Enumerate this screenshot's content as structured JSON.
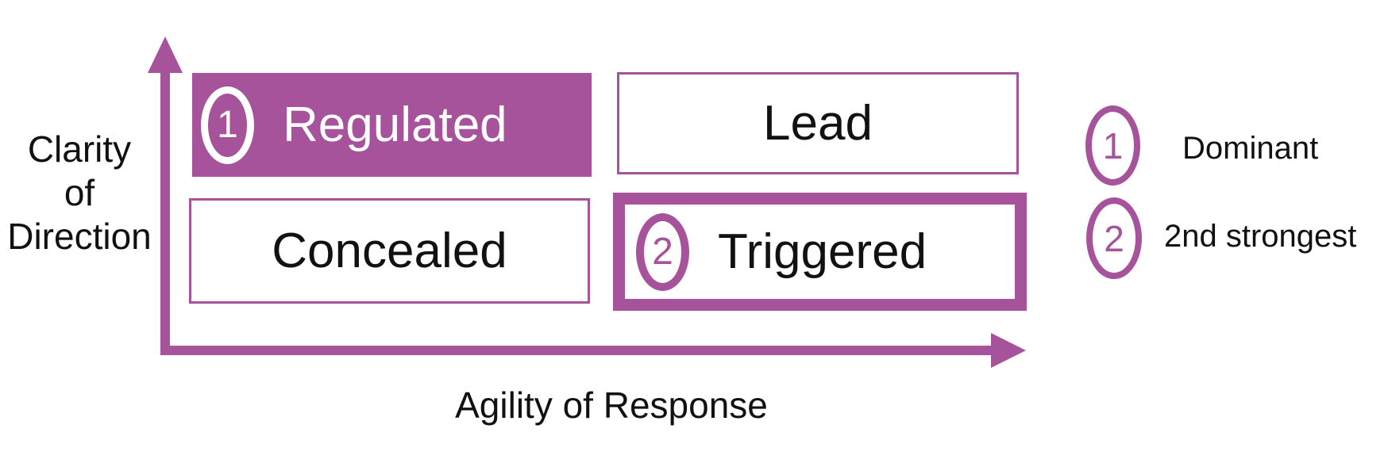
{
  "axes": {
    "y_label_lines": [
      "Clarity",
      "of",
      "Direction"
    ],
    "x_label": "Agility of Response"
  },
  "quadrants": [
    {
      "label": "Regulated",
      "badge": "1",
      "variant": "filled",
      "position": "top-left"
    },
    {
      "label": "Lead",
      "variant": "outlined",
      "position": "top-right"
    },
    {
      "label": "Concealed",
      "variant": "outlined",
      "position": "bottom-left"
    },
    {
      "label": "Triggered",
      "badge": "2",
      "variant": "outlined-thick",
      "position": "bottom-right"
    }
  ],
  "legend": {
    "items": [
      {
        "badge": "1",
        "label": "Dominant"
      },
      {
        "badge": "2",
        "label": "2nd strongest"
      }
    ]
  },
  "colors": {
    "accent": "#a6539c",
    "text": "#111111",
    "inverse_text": "#ffffff",
    "background": "#ffffff"
  }
}
